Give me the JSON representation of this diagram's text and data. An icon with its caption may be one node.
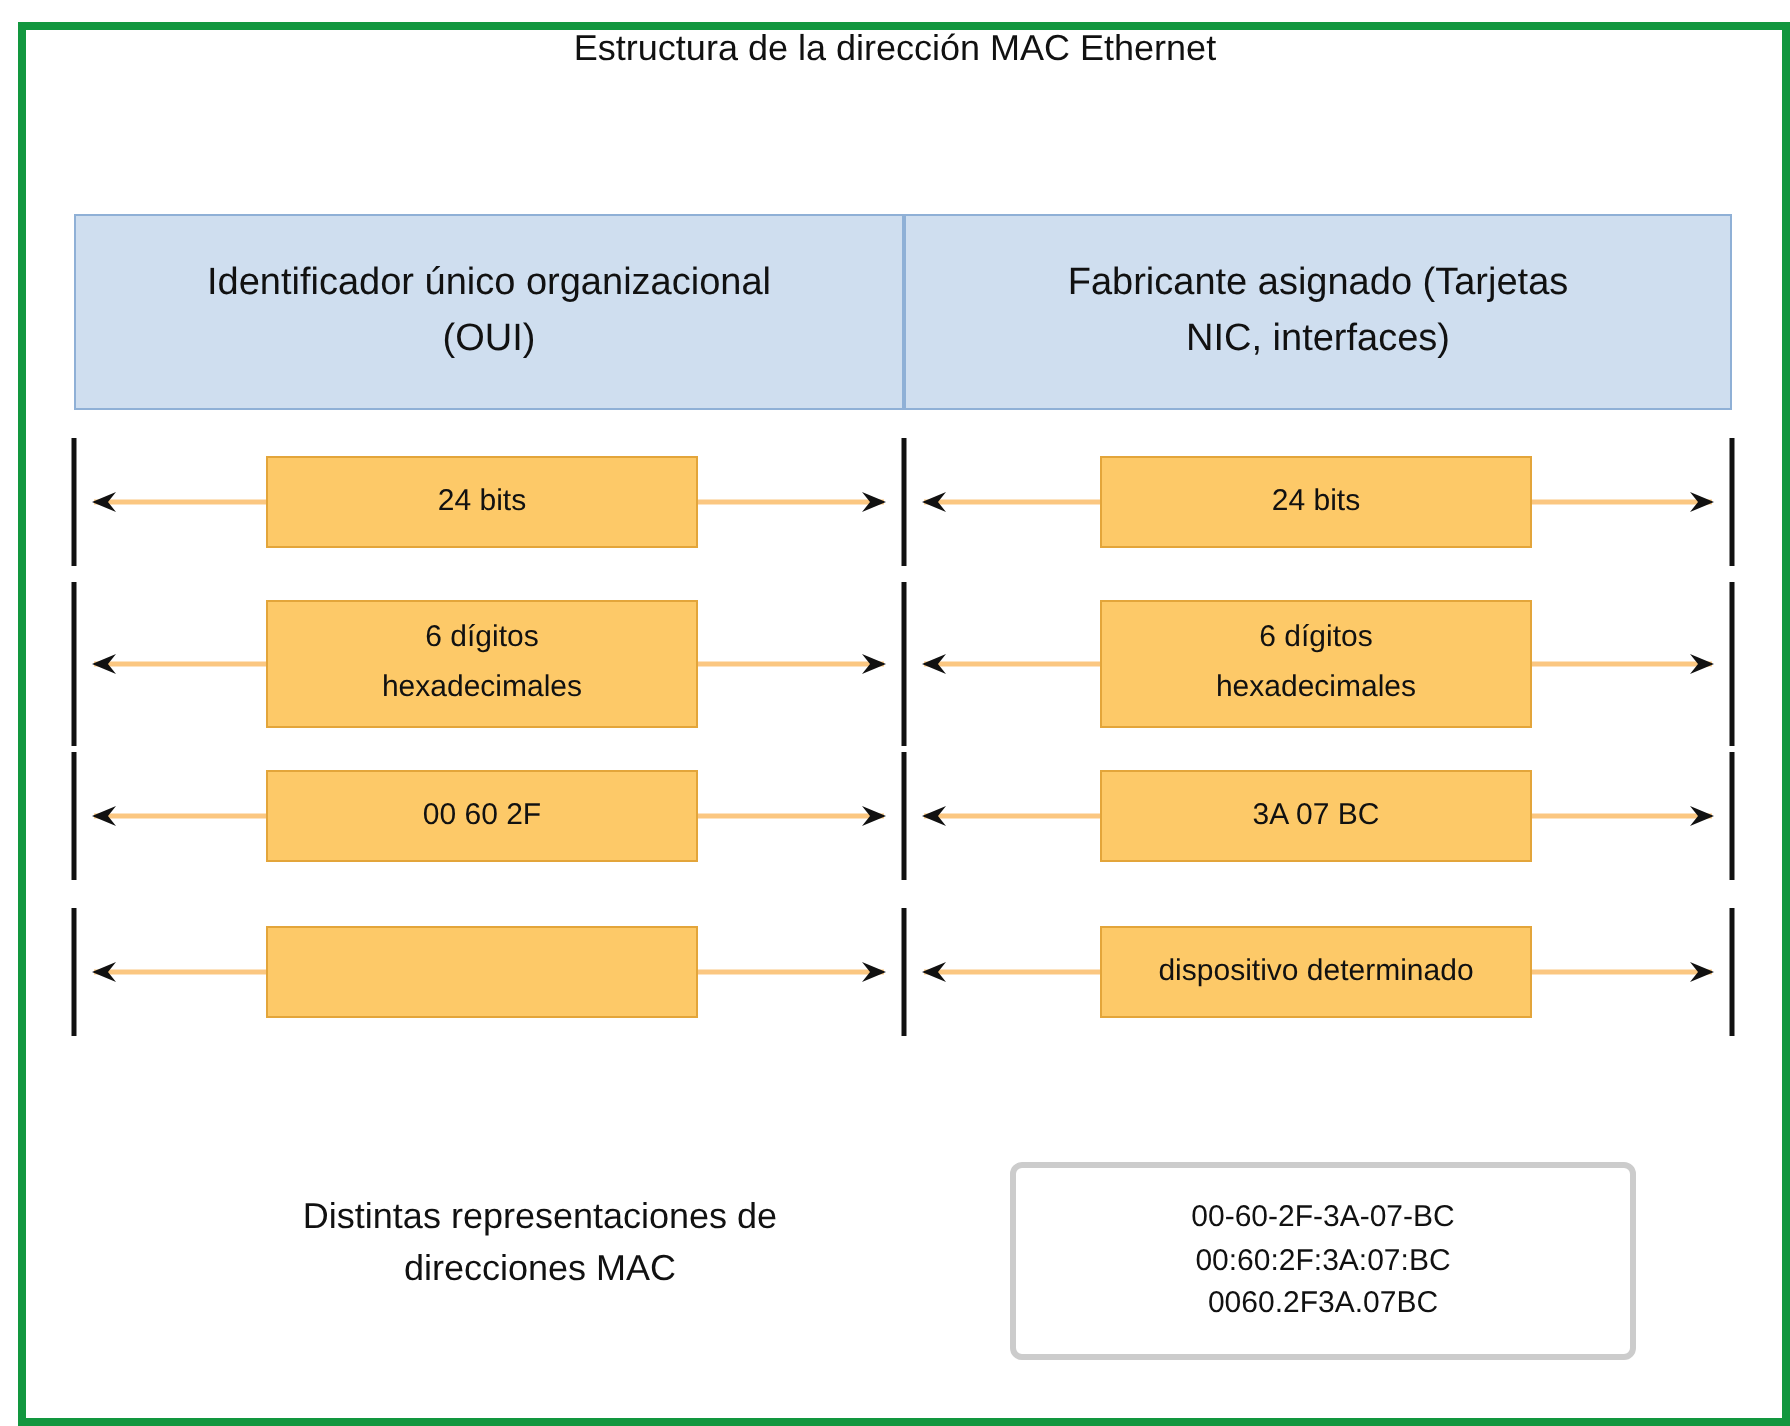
{
  "diagram": {
    "title": "Estructura de la dirección MAC Ethernet",
    "nodes": [
      {
        "text": [
          "Identificador único organizacional (OUI)"
        ]
      },
      {
        "text": [
          "Fabricante asignado (Tarjetas NIC, interfaces)"
        ]
      },
      {
        "text": [
          "24 bits"
        ]
      },
      {
        "text": [
          "24 bits"
        ]
      },
      {
        "text": [
          "6 dígitos hexadecimales"
        ]
      },
      {
        "text": [
          "6 dígitos hexadecimales"
        ]
      },
      {
        "text": [
          "00 60 2F"
        ]
      },
      {
        "text": [
          "3A 07 BC"
        ]
      },
      {
        "text": [],
        "shape": "box"
      },
      {
        "text": [
          "dispositivo determinado"
        ]
      },
      {
        "text": [
          "00-60-2F-3A-07-BC",
          "00:60:2F:3A:07:BC",
          "0060.2F3A.07BC"
        ]
      }
    ],
    "edges": [],
    "labels": [
      "Distintas representaciones de direcciones MAC"
    ]
  }
}
